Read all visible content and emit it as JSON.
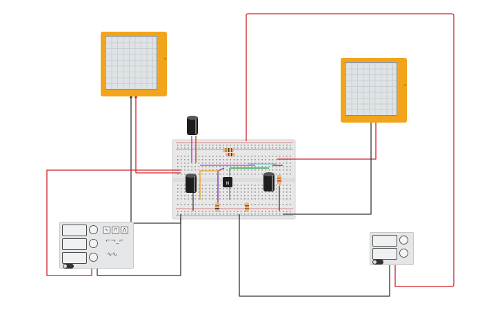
{
  "app": {
    "title": "Tinkercad Circuits",
    "view": "circuit-breadboard"
  },
  "colors": {
    "background": "#ffffff",
    "oscilloscope_frame": "#f2a41b",
    "breadboard": "#e7e7e7",
    "wire_red": "#d01f27",
    "wire_black": "#333333",
    "wire_green": "#34a853",
    "wire_purple": "#8b3bbd",
    "wire_magenta": "#d22ecf",
    "wire_cyan": "#3ec9d6",
    "wire_orange": "#f0a020",
    "wire_brown": "#a0622d"
  },
  "components": {
    "oscilloscope_left": {
      "name": "Oscilloscope 1"
    },
    "oscilloscope_right": {
      "name": "Oscilloscope 2"
    },
    "function_generator": {
      "name": "Function Generator",
      "waveforms": [
        "sine-icon",
        "square-icon",
        "triangle-icon"
      ]
    },
    "power_supply": {
      "name": "DC Power Supply"
    },
    "breadboard": {
      "name": "Breadboard Small"
    },
    "transistor": {
      "name": "NPN Transistor"
    },
    "capacitors": [
      "Electrolytic Capacitor",
      "Electrolytic Capacitor",
      "Electrolytic Capacitor"
    ],
    "resistors": [
      "Resistor",
      "Resistor",
      "Resistor",
      "Resistor"
    ]
  }
}
